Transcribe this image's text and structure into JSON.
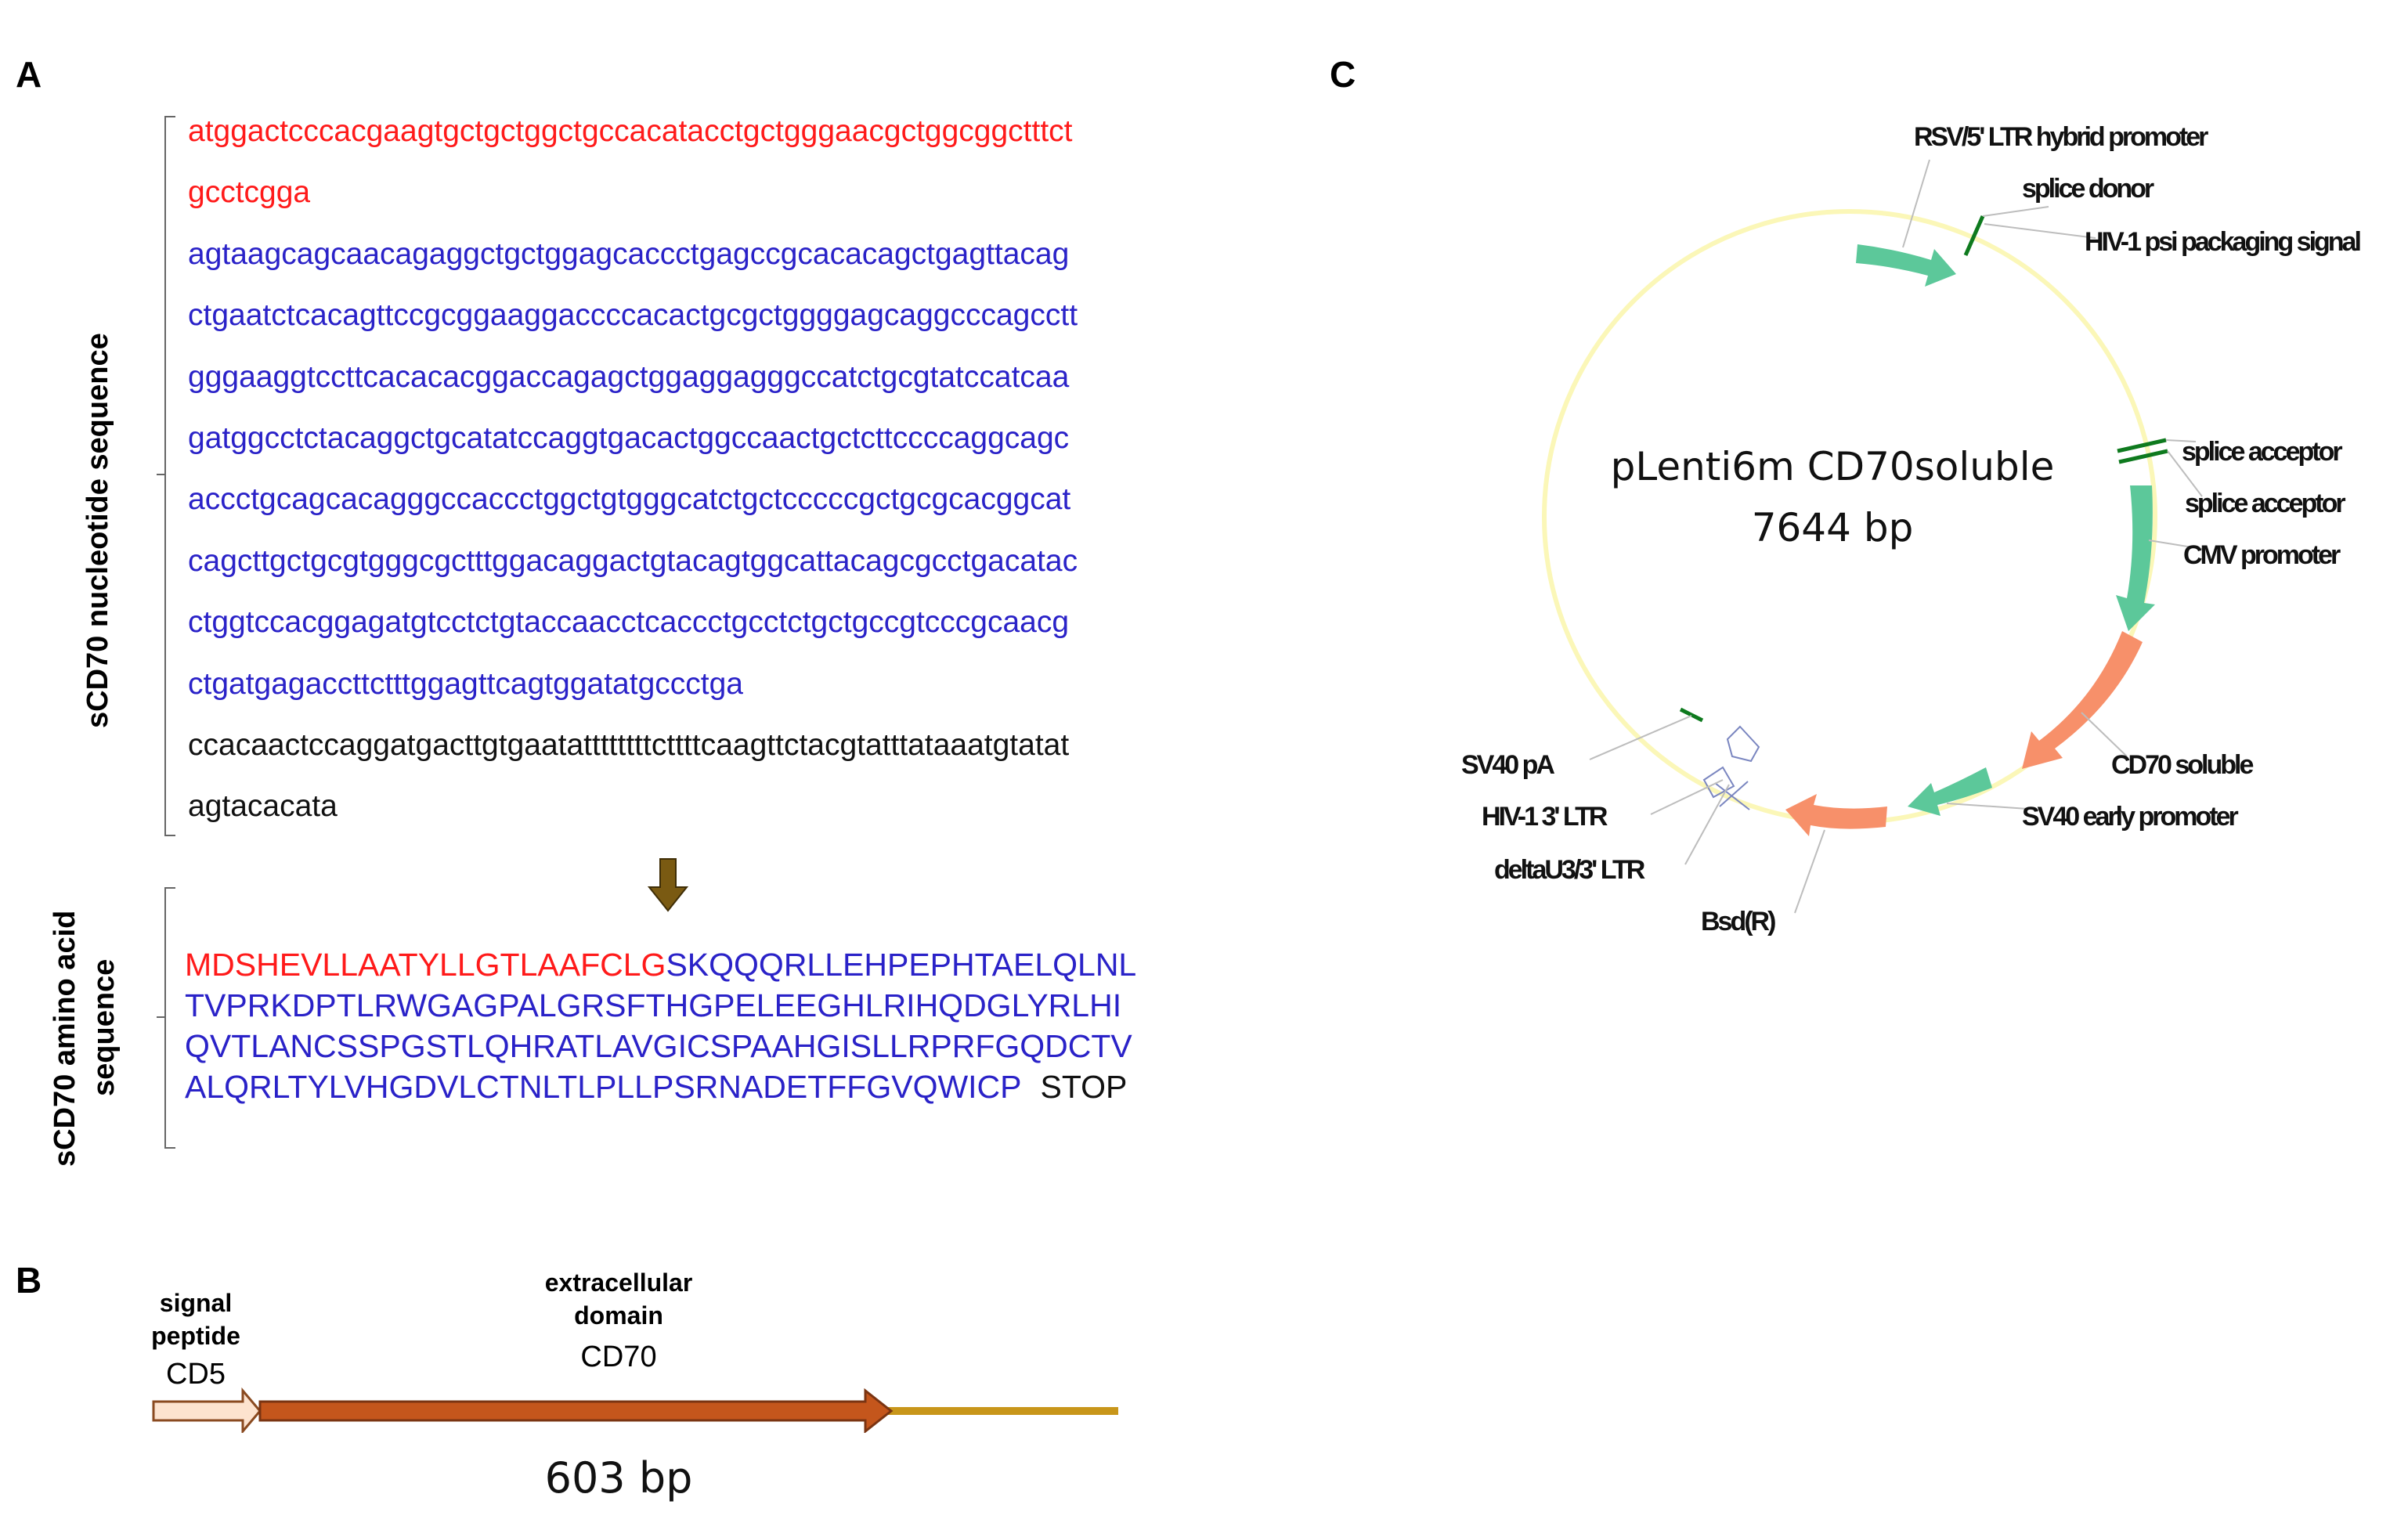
{
  "panels": {
    "a": "A",
    "b": "B",
    "c": "C"
  },
  "panel_a": {
    "nucleotide_label": "sCD70 nucleotide sequence",
    "nucleotide_lines": [
      {
        "text": "atggactcccacgaagtgctgctggctgccacatacctgctgggaacgctggcggctttct",
        "color": "red"
      },
      {
        "text": "gcctcgga",
        "color": "red"
      },
      {
        "text": "agtaagcagcaacagaggctgctggagcaccctgagccgcacacagctgagttacag",
        "color": "blue"
      },
      {
        "text": "ctgaatctcacagttccgcggaaggaccccacactgcgctggggagcaggcccagcctt",
        "color": "blue"
      },
      {
        "text": "gggaaggtccttcacacacggaccagagctggaggagggccatctgcgtatccatcaa",
        "color": "blue"
      },
      {
        "text": "gatggcctctacaggctgcatatccaggtgacactggccaactgctcttccccaggcagc",
        "color": "blue"
      },
      {
        "text": "accctgcagcacagggccaccctggctgtgggcatctgctcccccgctgcgcacggcat",
        "color": "blue"
      },
      {
        "text": "cagcttgctgcgtgggcgctttggacaggactgtacagtggcattacagcgcctgacatac",
        "color": "blue"
      },
      {
        "text": "ctggtccacggagatgtcctctgtaccaacctcaccctgcctctgctgccgtcccgcaacg",
        "color": "blue"
      },
      {
        "text": "ctgatgagaccttctttggagttcagtggatatgccctga",
        "color": "blue"
      },
      {
        "text": "ccacaactccaggatgacttgtgaatattttttttcttttcaagttctacgtatttataaatgtatat",
        "color": "black"
      },
      {
        "text": "agtacacata",
        "color": "black"
      }
    ],
    "amino_label_line1": "sCD70 amino acid",
    "amino_label_line2": "sequence",
    "amino_lines": [
      {
        "red": "MDSHEVLLAATYLLGTLAAFCLG",
        "blue": "SKQQQRLLEHPEPHTAELQLNL"
      },
      {
        "red": "",
        "blue": "TVPRKDPTLRWGAGPALGRSFTHGPELEEGHLRIHQDGLYRLHI"
      },
      {
        "red": "",
        "blue": "QVTLANCSSPGSTLQHRATLAVGICSPAAHGISLLRPRFGQDCTV"
      },
      {
        "red": "",
        "blue": "ALQRLTYLVHGDVLCTNLTLPLLPSRNADETFFGVQWICP"
      }
    ],
    "stop": "STOP",
    "arrow_color": "#7a5a12"
  },
  "panel_b": {
    "signal_label": "signal\npeptide",
    "signal_name": "CD5",
    "domain_label": "extracellular\ndomain",
    "domain_name": "CD70",
    "length": "603 bp",
    "colors": {
      "signal": "#fde3cf",
      "domain": "#c4561c",
      "tail": "#c8961a"
    }
  },
  "panel_c": {
    "title_line1": "pLenti6m CD70soluble",
    "title_line2": "7644 bp",
    "features": [
      "RSV/5' LTR hybrid promoter",
      "splice donor",
      "HIV-1 psi packaging signal",
      "splice acceptor",
      "splice acceptor",
      "CMV promoter",
      "CD70 soluble",
      "SV40 early promoter",
      "Bsd(R)",
      "deltaU3/3' LTR",
      "HIV-1 3' LTR",
      "SV40 pA"
    ],
    "colors": {
      "promoter": "#5cc89a",
      "gene": "#f7906a",
      "site": "#0e7a1e",
      "backbone": "#fbf7b8",
      "ltr": "#7a86c0"
    }
  }
}
